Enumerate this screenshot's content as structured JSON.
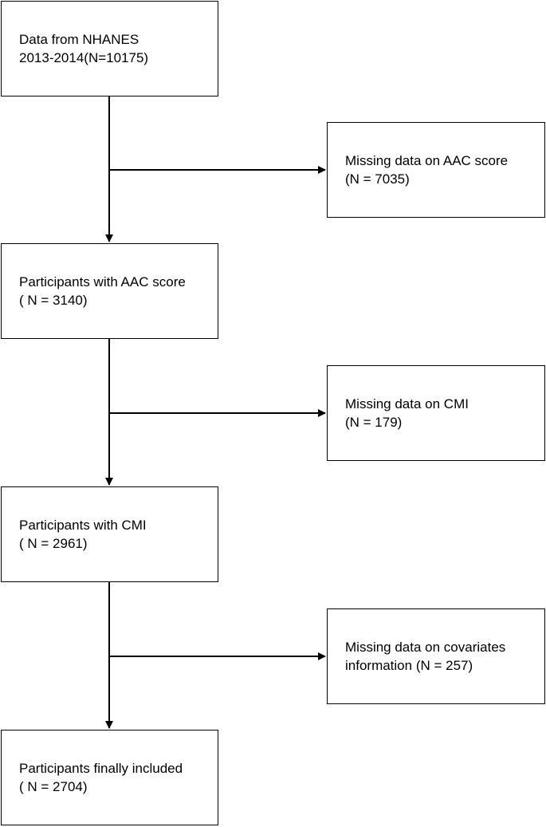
{
  "flowchart": {
    "steps": [
      {
        "line1": "Data from NHANES",
        "line2": "2013-2014(N=10175)"
      },
      {
        "line1": "Participants with AAC score",
        "line2": "( N = 3140)"
      },
      {
        "line1": "Participants with CMI",
        "line2": "( N = 2961)"
      },
      {
        "line1": "Participants finally included",
        "line2": "( N = 2704)"
      }
    ],
    "exclusions": [
      {
        "line1": "Missing data on AAC score",
        "line2": "(N = 7035)"
      },
      {
        "line1": "Missing data on CMI",
        "line2": "(N = 179)"
      },
      {
        "line1": "Missing data on covariates",
        "line2": "information (N = 257)"
      }
    ]
  },
  "colors": {
    "line": "#000000",
    "box_border": "#000000",
    "background": "#ffffff"
  }
}
